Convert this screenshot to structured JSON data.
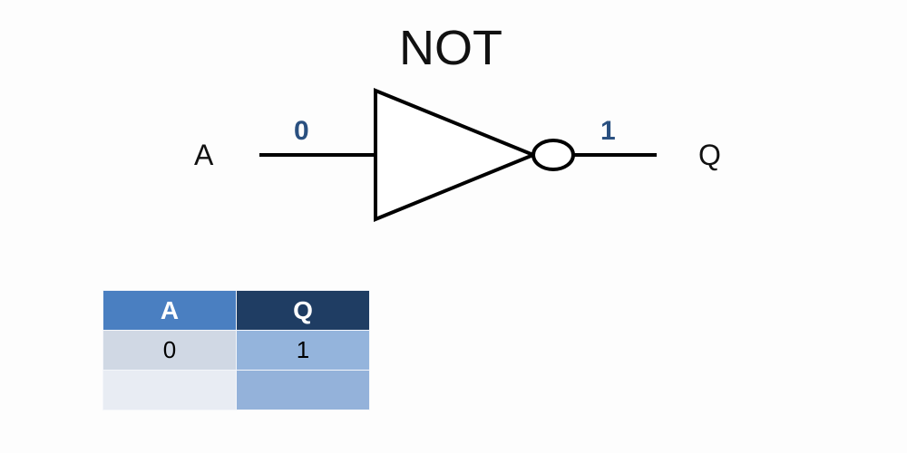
{
  "title": "NOT",
  "gate": {
    "input_label": "A",
    "output_label": "Q",
    "input_value": "0",
    "output_value": "1"
  },
  "truth_table": {
    "headers": [
      "A",
      "Q"
    ],
    "rows": [
      [
        "0",
        "1"
      ],
      [
        "",
        ""
      ]
    ]
  },
  "colors": {
    "value_text": "#2a5080",
    "header_a": "#4a7fc1",
    "header_q": "#1f3d63",
    "row1_a": "#d0d8e4",
    "row1_q": "#94b4dc",
    "row2_a": "#e8ecf3",
    "row2_q": "#94b2da"
  }
}
